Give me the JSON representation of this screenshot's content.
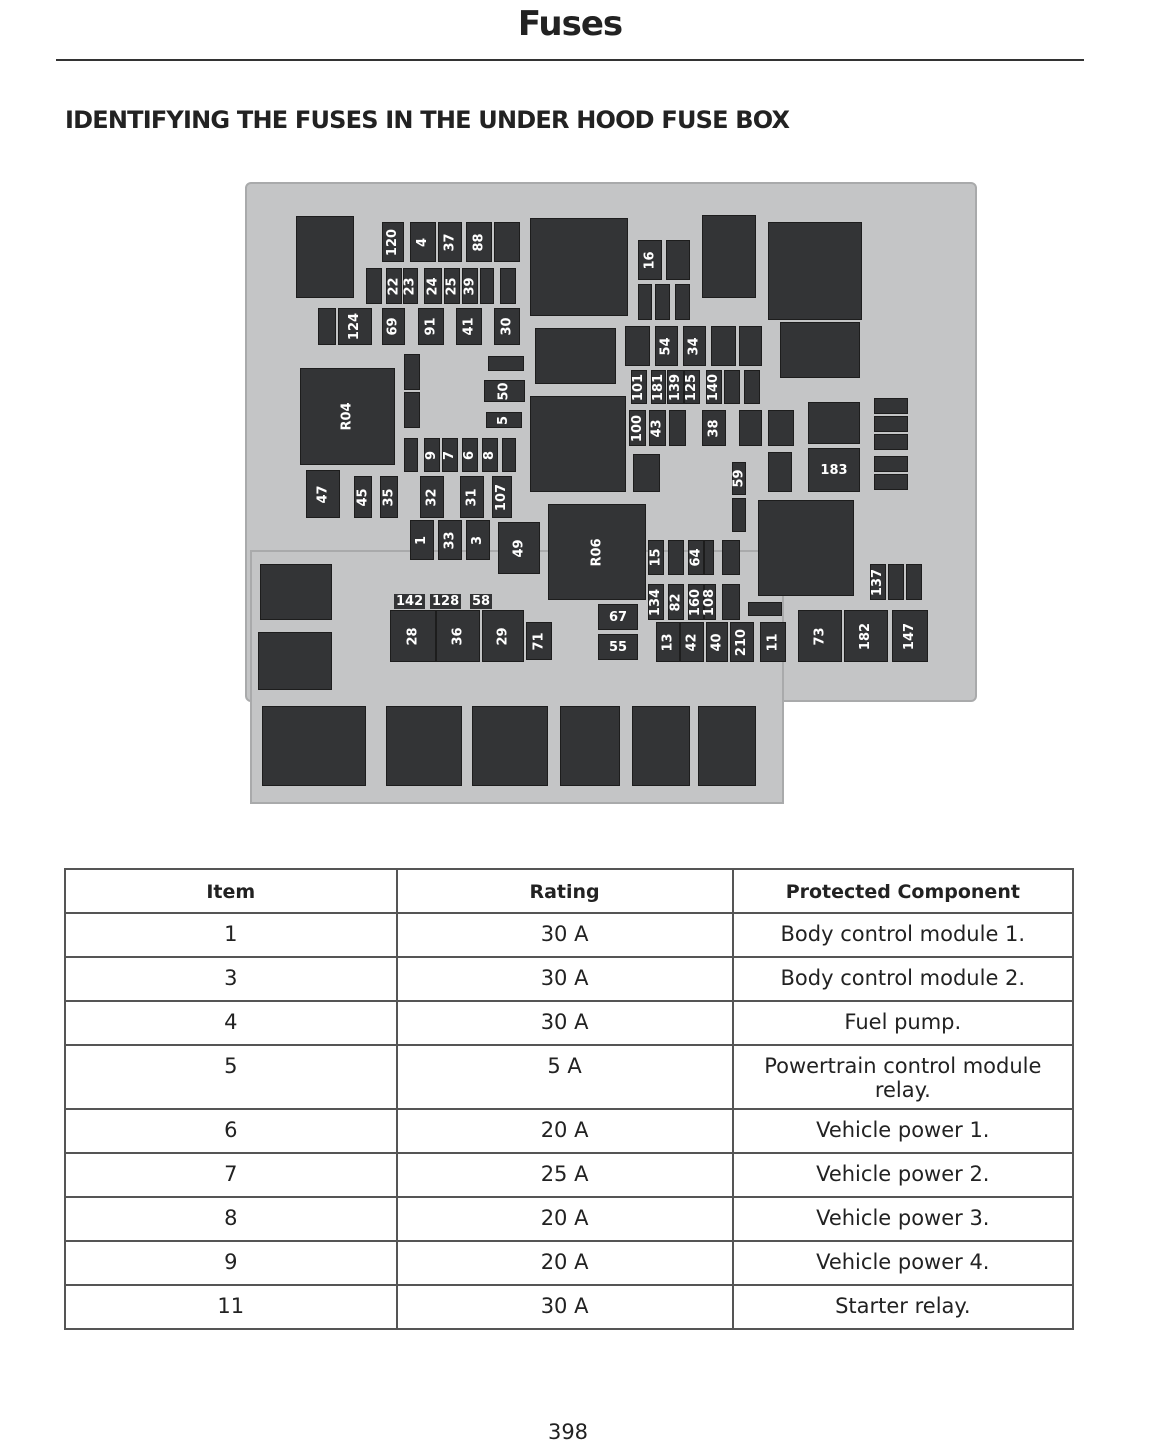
{
  "page": {
    "title": "Fuses",
    "heading": "IDENTIFYING THE FUSES IN THE UNDER HOOD FUSE BOX",
    "page_number": "398"
  },
  "diagram": {
    "fuse_labels": [
      "120",
      "4",
      "37",
      "88",
      "22",
      "23",
      "24",
      "25",
      "39",
      "124",
      "69",
      "91",
      "41",
      "30",
      "16",
      "54",
      "34",
      "101",
      "181",
      "139",
      "125",
      "140",
      "100",
      "43",
      "38",
      "R04",
      "50",
      "5",
      "9",
      "7",
      "6",
      "8",
      "47",
      "45",
      "35",
      "32",
      "31",
      "107",
      "59",
      "183",
      "1",
      "33",
      "3",
      "49",
      "R06",
      "15",
      "64",
      "137",
      "134",
      "82",
      "160",
      "108",
      "28",
      "36",
      "29",
      "71",
      "67",
      "55",
      "13",
      "42",
      "40",
      "210",
      "11",
      "73",
      "182",
      "147"
    ],
    "tags": [
      "142",
      "128",
      "58"
    ]
  },
  "table": {
    "headers": [
      "Item",
      "Rating",
      "Protected Component"
    ],
    "rows": [
      [
        "1",
        "30 A",
        "Body control module 1."
      ],
      [
        "3",
        "30 A",
        "Body control module 2."
      ],
      [
        "4",
        "30 A",
        "Fuel pump."
      ],
      [
        "5",
        "5 A",
        "Powertrain control module relay."
      ],
      [
        "6",
        "20 A",
        "Vehicle power 1."
      ],
      [
        "7",
        "25 A",
        "Vehicle power 2."
      ],
      [
        "8",
        "20 A",
        "Vehicle power 3."
      ],
      [
        "9",
        "20 A",
        "Vehicle power 4."
      ],
      [
        "11",
        "30 A",
        "Starter relay."
      ]
    ]
  }
}
